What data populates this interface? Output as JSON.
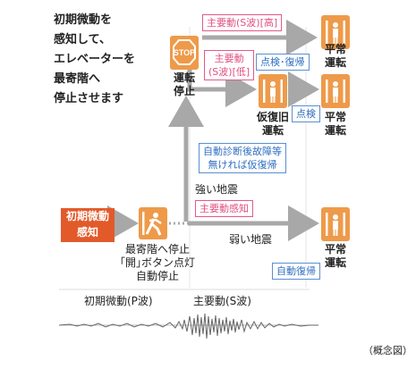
{
  "intro": {
    "line1": "初期微動を",
    "line2": "感知して、",
    "line3": "エレベーターを",
    "line4": "最寄階へ",
    "line5": "停止させます"
  },
  "tags": {
    "s_wave_high": "主要動(S波)[高]",
    "s_wave_low_1": "主要動",
    "s_wave_low_2": "(S波)[低]",
    "inspect_recover": "点検･復帰",
    "inspect": "点検",
    "self_diag_1": "自動診断後故障等",
    "self_diag_2": "無ければ仮復帰",
    "s_wave_detect": "主要動感知",
    "auto_recover": "自動復帰",
    "p_wave_detect_1": "初期微動",
    "p_wave_detect_2": "感知"
  },
  "labels": {
    "stop_op_1": "運転",
    "stop_op_2": "停止",
    "normal_top_1": "平常",
    "normal_top_2": "運転",
    "temp_restore_1": "仮復旧",
    "temp_restore_2": "運転",
    "normal_mid_1": "平常",
    "normal_mid_2": "運転",
    "normal_bottom_1": "平常",
    "normal_bottom_2": "運転",
    "strong_quake": "強い地震",
    "weak_quake": "弱い地震",
    "nearest_floor_1": "最寄階へ停止",
    "nearest_floor_2": "｢開｣ボタン点灯",
    "nearest_floor_3": "自動停止",
    "p_wave": "初期微動(P波)",
    "s_wave": "主要動(S波)",
    "concept": "（概念図）"
  },
  "stop_sign_text": "STOP",
  "colors": {
    "orange_box": "#ee9a4a",
    "red_box": "#e25a2a",
    "pink_tag": "#e05080",
    "blue_tag": "#2f6fbf",
    "arrow_gray": "#a8a8a8"
  }
}
